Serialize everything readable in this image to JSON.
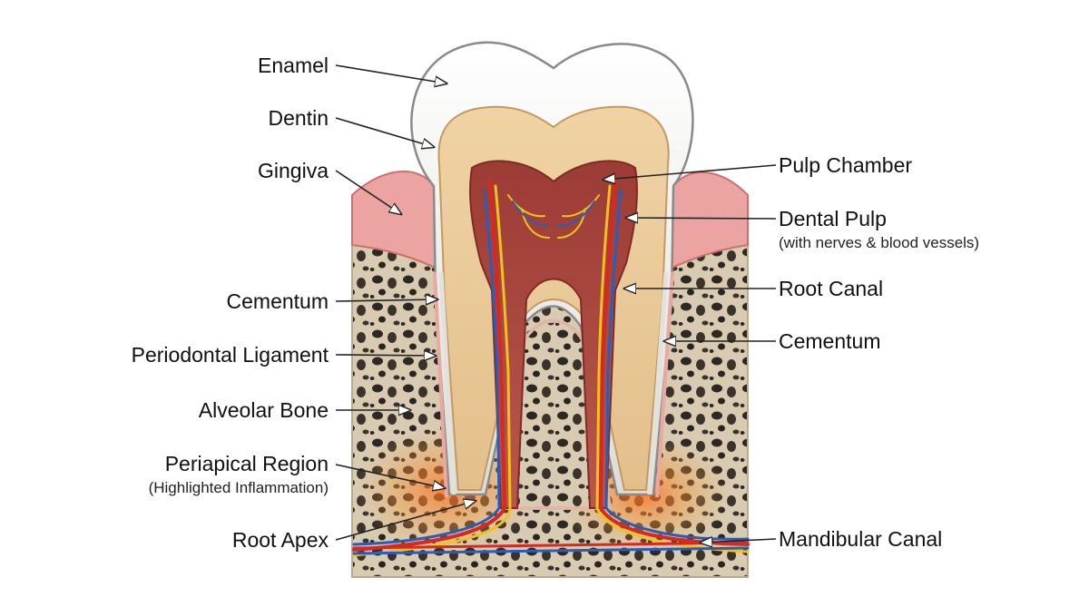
{
  "labels_left": {
    "enamel": "Enamel",
    "dentin": "Dentin",
    "gingiva": "Gingiva",
    "cementum": "Cementum",
    "periodontal_ligament": "Periodontal Ligament",
    "alveolar_bone": "Alveolar Bone",
    "periapical_region": "Periapical Region",
    "periapical_sub": "(Highlighted Inflammation)",
    "root_apex": "Root Apex"
  },
  "labels_right": {
    "pulp_chamber": "Pulp Chamber",
    "dental_pulp": "Dental Pulp",
    "dental_pulp_sub": "(with nerves & blood vessels)",
    "root_canal": "Root Canal",
    "cementum": "Cementum",
    "mandibular_canal": "Mandibular Canal"
  },
  "colors": {
    "enamel": "#f4f4f2",
    "dentin": "#e9c99a",
    "pulp": "#a8453d",
    "gingiva": "#eaa0a0",
    "bone": "#d9ccb4",
    "bone_holes": "#2b2622",
    "artery": "#d42a22",
    "vein": "#2a5db8",
    "nerve": "#f2c21a",
    "inflammation": "#f07a2a"
  }
}
